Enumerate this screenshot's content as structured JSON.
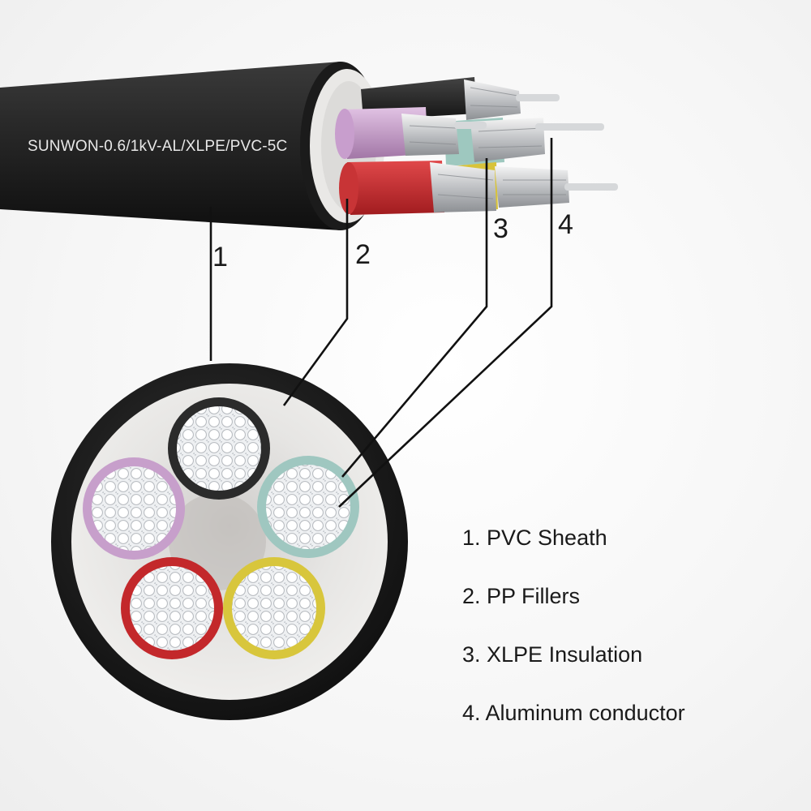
{
  "cable": {
    "print_text": "SUNWON-0.6/1kV-AL/XLPE/PVC-5C"
  },
  "callouts": [
    {
      "number": "1"
    },
    {
      "number": "2"
    },
    {
      "number": "3"
    },
    {
      "number": "4"
    }
  ],
  "legend": [
    {
      "text": "1. PVC Sheath"
    },
    {
      "text": "2. PP Fillers"
    },
    {
      "text": "3. XLPE Insulation"
    },
    {
      "text": "4. Aluminum conductor"
    }
  ],
  "colors": {
    "sheath": "#1e1e1e",
    "filler": "#ecebea",
    "core_black": "#2b2b2b",
    "core_violet": "#c79fcb",
    "core_red": "#c3282b",
    "core_green_blue": "#9fc7c0",
    "core_yellow": "#d8c63c",
    "aluminum": "#d9dadc",
    "leader_line": "#111111"
  },
  "icons": [
    "cable-photo",
    "cross-section"
  ]
}
